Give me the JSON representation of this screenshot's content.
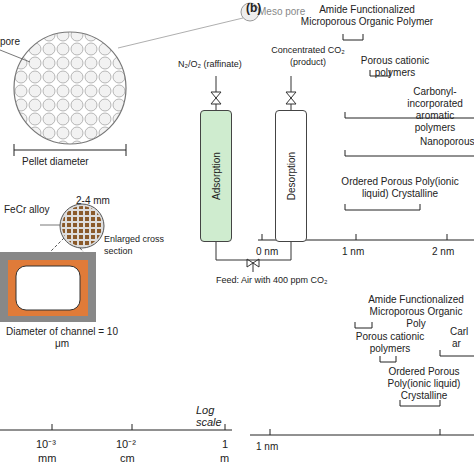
{
  "diagram": {
    "nodes": [
      {
        "text": [
          "Adsorption"
        ]
      },
      {
        "text": [
          "Desorption"
        ]
      }
    ],
    "edges": [
      {
        "from": 0,
        "to": 1,
        "arrow": "none"
      }
    ],
    "labels": [
      "Meso pore",
      "pore",
      "Pellet diameter",
      "N₂/O₂ (raffinate)",
      "Concentrated CO₂ (product)",
      "Feed: Air with 400 ppm CO₂",
      "2-4 mm",
      "FeCr alloy",
      "Enlarged cross section",
      "Diameter of channel = 10 μm",
      "10⁻³",
      "mm",
      "10⁻²",
      "cm",
      "1",
      "m",
      "Log scale",
      "(b)",
      "Amide Functionalized Microporous Organic Polymer",
      "Porous cationic polymers",
      "Carbonyl-incorporated aromatic polymers",
      "Nanoporous",
      "Ordered Porous Poly(ionic liquid) Crystalline",
      "0 nm",
      "1 nm",
      "2 nm",
      "Amide Functionalized Microporous Organic Poly",
      "Porous cationic polymers",
      "Carl",
      "ar",
      "Ordered Porous Poly(ionic liquid) Crystalline",
      "1 nm"
    ]
  }
}
